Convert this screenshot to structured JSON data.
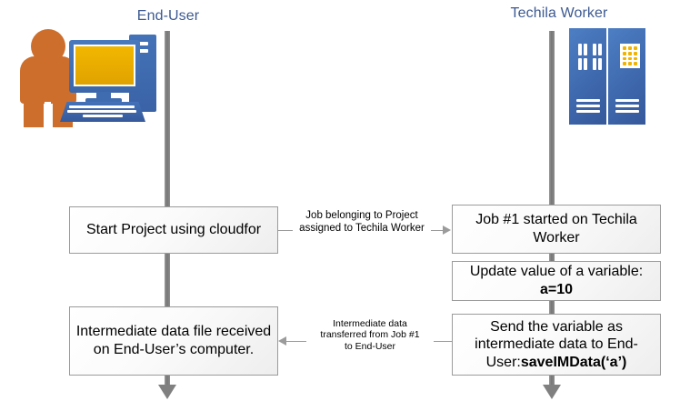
{
  "diagram": {
    "columns": [
      {
        "title": "End-User",
        "icon": "end-user-workstation-icon"
      },
      {
        "title": "Techila Worker",
        "icon": "server-rack-icon"
      }
    ],
    "title_color": "#3d5a92",
    "boxes": {
      "start_project": "Start Project using cloudfor",
      "intermediate_file": "Intermediate data file received on End-User’s computer.",
      "job_started": "Job #1 started on Techila Worker",
      "update_variable_line1": "Update value of a variable:",
      "update_variable_line2": "a=10",
      "send_variable_line1": "Send the variable as",
      "send_variable_line2": "intermediate data to End-",
      "send_variable_line3_prefix": "User:",
      "send_variable_line3_code": "saveIMData(‘a’)"
    },
    "connectors": {
      "top_label_line1": "Job belonging to Project",
      "top_label_line2": "assigned to Techila Worker",
      "top_direction": "right",
      "bottom_label_line1": "Intermediate data",
      "bottom_label_line2": "transferred from Job #1",
      "bottom_label_line3": "to End-User",
      "bottom_direction": "left"
    }
  }
}
